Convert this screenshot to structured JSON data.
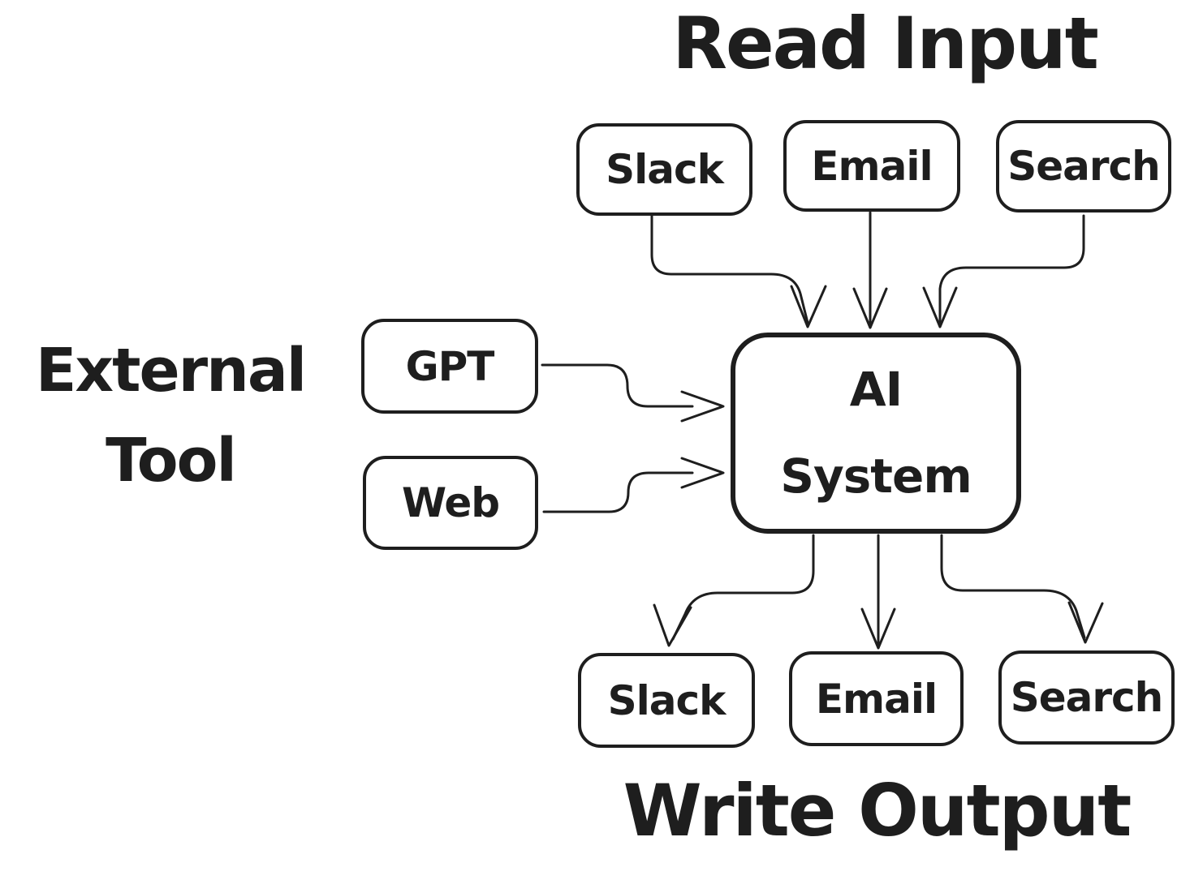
{
  "titles": {
    "read_input": "Read Input",
    "external_line1": "External",
    "external_line2": "Tool",
    "write_output": "Write Output"
  },
  "nodes": {
    "input_slack": "Slack",
    "input_email": "Email",
    "input_search": "Search",
    "tool_gpt": "GPT",
    "tool_web": "Web",
    "ai_line1": "AI",
    "ai_line2": "System",
    "output_slack": "Slack",
    "output_email": "Email",
    "output_search": "Search"
  },
  "colors": {
    "stroke": "#1e1e1e",
    "background": "#ffffff"
  }
}
